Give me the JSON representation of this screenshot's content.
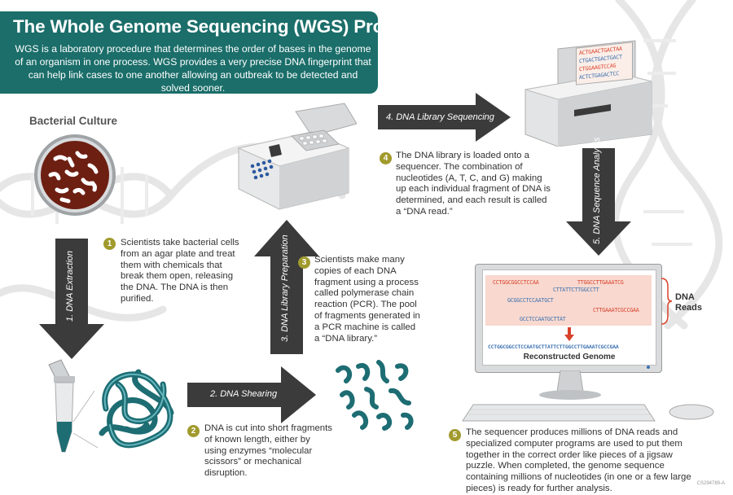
{
  "header": {
    "title": "The Whole Genome Sequencing (WGS) Process",
    "description": "WGS is a laboratory procedure that determines the order of bases in the genome of an organism in one process. WGS provides a very precise DNA fingerprint that can help link cases to one another allowing an outbreak to be detected and solved sooner."
  },
  "bacterial_culture_label": "Bacterial Culture",
  "arrows": {
    "extraction": "1. DNA Extraction",
    "shearing": "2. DNA Shearing",
    "library_prep": "3. DNA Library Preparation",
    "library_seq": "4. DNA Library Sequencing",
    "sequence_analysis": "5. DNA Sequence Analysis"
  },
  "steps": [
    {
      "num": "1",
      "text": "Scientists take bacterial cells from an agar plate and treat them with chemicals that break them open, releasing the DNA. The DNA is then purified."
    },
    {
      "num": "2",
      "text": "DNA is cut into short fragments of known length, either by using enzymes “molecular scissors” or mechanical disruption."
    },
    {
      "num": "3",
      "text": "Scientists make many copies of each DNA fragment using a process called polymerase chain reaction (PCR). The pool of fragments generated in a PCR machine is called a “DNA library.”"
    },
    {
      "num": "4",
      "text": "The DNA library is loaded onto a sequencer. The combination of nucleotides (A, T, C, and G) making up each individual fragment of DNA is determined, and each result is called a “DNA read.”"
    },
    {
      "num": "5",
      "text": "The sequencer produces millions of DNA reads and specialized computer programs are used to put them together in the correct order like pieces of a jigsaw puzzle. When completed, the genome sequence containing millions of nucleotides (in one or a few large pieces) is ready for further analysis."
    }
  ],
  "sequencer_screen": [
    "ACTGAACTGACTAA",
    "CTGACTGACTGACT",
    "CTGGAAGTCCAG",
    "ACTCTGAGACTCC"
  ],
  "monitor": {
    "reads": [
      "CCTGGCGGCCTCCAA",
      "TTGGCCTTGAAATCG",
      "CTTATTCTTGGCCTT",
      "GCGGCCTCCAATGCT",
      "CTTGAAATCGCCGAA",
      "GCCTCCAATGCTTAT"
    ],
    "reconstructed_sequence": "CCTGGCGGCCTCCAATGCTTATTCTTGGCCTTGAAATCGCCGAA",
    "reconstructed_label": "Reconstructed Genome",
    "reads_label": "DNA Reads"
  },
  "footer_code": "CS294789-A",
  "colors": {
    "teal": "#1b6e6a",
    "badge": "#a19a2d",
    "arrow": "#3b3b3b",
    "dna_teal": "#1d6d73"
  }
}
